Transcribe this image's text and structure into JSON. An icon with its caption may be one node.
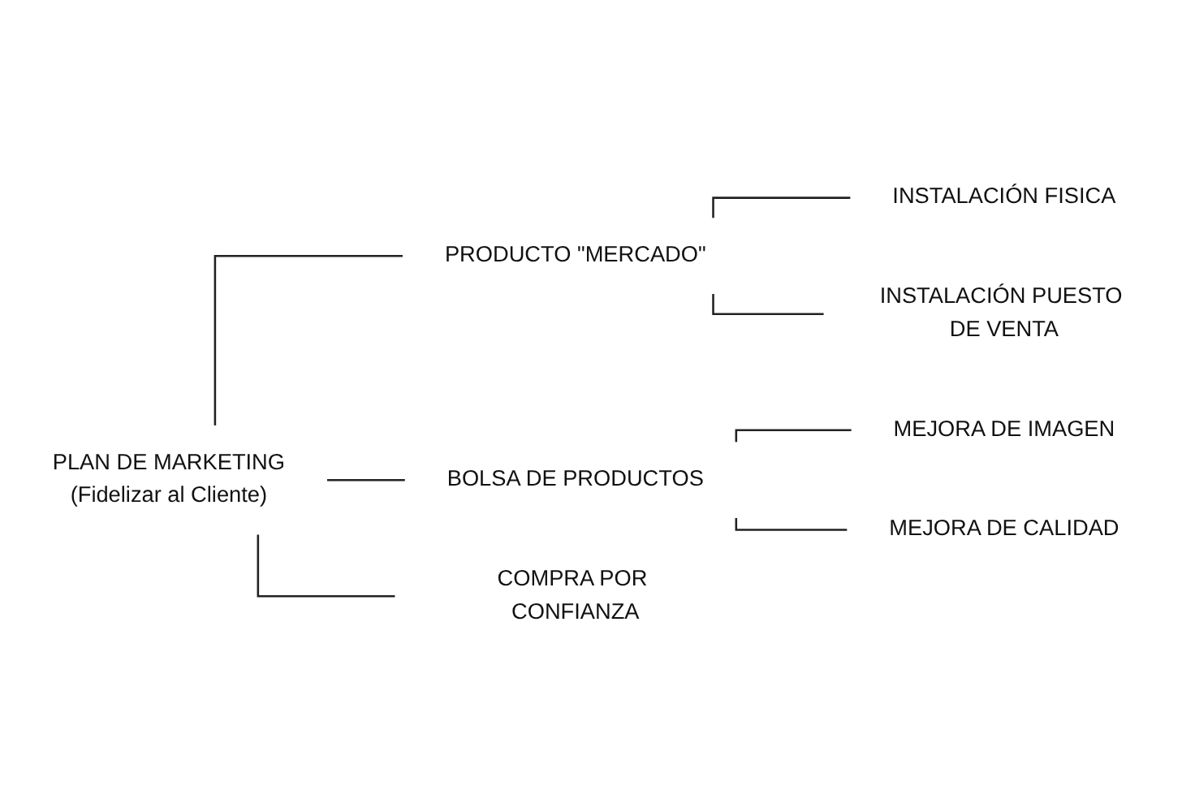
{
  "diagram": {
    "nodes": [
      {
        "text": [
          "PLAN DE MARKETING",
          "(Fidelizar al Cliente)"
        ]
      },
      {
        "text": [
          "PRODUCTO \"MERCADO\""
        ]
      },
      {
        "text": [
          "INSTALACIÓN FISICA"
        ]
      },
      {
        "text": [
          "INSTALACIÓN PUESTO DE VENTA"
        ]
      },
      {
        "text": [
          "BOLSA DE PRODUCTOS"
        ]
      },
      {
        "text": [
          "MEJORA DE IMAGEN"
        ]
      },
      {
        "text": [
          "MEJORA DE CALIDAD"
        ]
      },
      {
        "text": [
          "COMPRA POR CONFIANZA"
        ]
      }
    ],
    "edges": [
      {
        "from": 0,
        "to": 1,
        "arrow": "none"
      },
      {
        "from": 0,
        "to": 4,
        "arrow": "none"
      },
      {
        "from": 0,
        "to": 7,
        "arrow": "none"
      },
      {
        "from": 1,
        "to": 2,
        "arrow": "none"
      },
      {
        "from": 1,
        "to": 3,
        "arrow": "none"
      },
      {
        "from": 4,
        "to": 5,
        "arrow": "none"
      },
      {
        "from": 4,
        "to": 6,
        "arrow": "none"
      }
    ]
  }
}
